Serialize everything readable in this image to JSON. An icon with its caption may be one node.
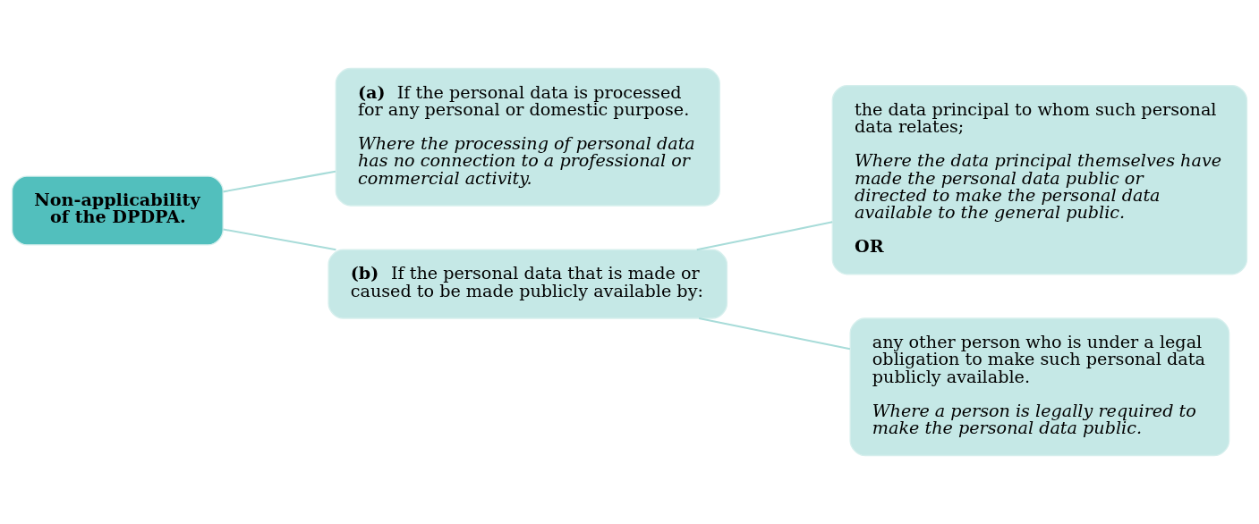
{
  "diagram": {
    "nodes": [
      {
        "text": [
          "Non-applicability of the DPDPA."
        ]
      },
      {
        "text": [
          "**(a)** If the personal data is processed for any personal or domestic purpose.",
          "Where the processing of personal data has no connection to a professional or commercial activity."
        ]
      },
      {
        "text": [
          "**(b)** If the personal data that is made or caused to be made publicly available by:"
        ]
      },
      {
        "text": [
          "the data principal to whom such personal data relates;",
          "Where the data principal themselves have made the personal data public or directed to make the personal data available to the general public.",
          "OR"
        ]
      },
      {
        "text": [
          "any other person who is under a legal obligation to make such personal data publicly available.",
          "Where a person is legally required to make the personal data public."
        ]
      }
    ],
    "edges": [
      {
        "from": 0,
        "to": 1,
        "arrow": "none"
      },
      {
        "from": 0,
        "to": 2,
        "arrow": "none"
      },
      {
        "from": 2,
        "to": 3,
        "arrow": "none"
      },
      {
        "from": 2,
        "to": 4,
        "arrow": "none"
      }
    ]
  }
}
